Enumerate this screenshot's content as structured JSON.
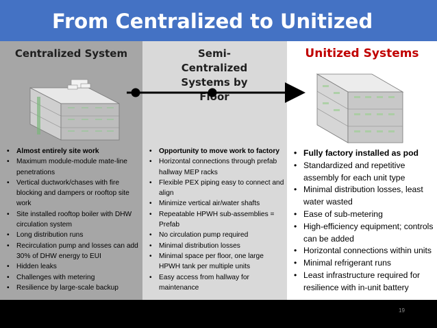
{
  "slide": {
    "title": "From Centralized to Unitized",
    "page_number": "19",
    "colors": {
      "title_bar": "#4472c4",
      "col1_bg": "#a6a6a6",
      "col2_bg": "#d9d9d9",
      "accent_red": "#c00000"
    }
  },
  "columns": [
    {
      "heading": "Centralized System",
      "bullets": [
        "Almost entirely site work",
        "Maximum module-module mate-line penetrations",
        "Vertical ductwork/chases with fire blocking and dampers or rooftop site work",
        "Site installed rooftop boiler with DHW circulation system",
        "Long distribution runs",
        "Recirculation pump and losses can add 30% of DHW energy to EUI",
        "Hidden leaks",
        "Challenges with metering",
        "Resilience by large-scale backup"
      ]
    },
    {
      "heading": "Semi-Centralized Systems by Floor",
      "bullets": [
        "Opportunity to move work to factory",
        "Horizontal connections through prefab hallway MEP racks",
        "Flexible PEX piping easy to connect and align",
        "Minimize vertical air/water shafts",
        "Repeatable HPWH sub-assemblies = Prefab",
        "No circulation pump required",
        "Minimal distribution losses",
        "Minimal space per floor, one large HPWH tank per multiple units",
        "Easy access from hallway for maintenance"
      ]
    },
    {
      "heading": "Unitized Systems",
      "bullets": [
        "Fully factory installed as pod",
        "Standardized and repetitive assembly for each unit type",
        "Minimal distribution losses, least water wasted",
        "Ease of sub-metering",
        "High-efficiency equipment; controls can be added",
        "Horizontal connections within units",
        "Minimal refrigerant runs",
        "Least infrastructure required for resilience with in-unit battery"
      ]
    }
  ]
}
